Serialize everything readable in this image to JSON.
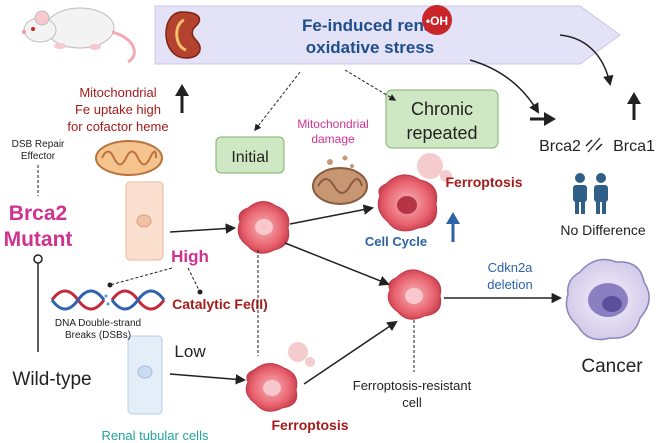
{
  "banner": {
    "line1": "Fe-induced renal",
    "line2": "oxidative stress",
    "radical_badge": "•OH"
  },
  "icons": [
    "rat-icon",
    "kidney-icon",
    "mitochondrion-icon",
    "dna-helix-icon",
    "damaged-mitochondrion-icon",
    "people-icon",
    "cancer-cell-icon"
  ],
  "labels": {
    "mito_uptake_1": "Mitochondrial",
    "mito_uptake_2": "Fe uptake high",
    "mito_uptake_3": "for cofactor heme",
    "dsb_repair_1": "DSB Repair",
    "dsb_repair_2": "Effector",
    "brca2_mutant_1": "Brca2",
    "brca2_mutant_2": "Mutant",
    "wild_type": "Wild-type",
    "initial": "Initial",
    "chronic_1": "Chronic",
    "chronic_2": "repeated",
    "mito_damage_1": "Mitochondrial",
    "mito_damage_2": "damage",
    "ferroptosis_top": "Ferroptosis",
    "cell_cycle": "Cell Cycle",
    "high": "High",
    "low": "Low",
    "catalytic_fe": "Catalytic Fe(II)",
    "dna_1": "DNA Double-strand",
    "dna_2": "Breaks (DSBs)",
    "ferroptosis_bottom": "Ferroptosis",
    "renal_tubular": "Renal tubular cells",
    "resistant_1": "Ferroptosis-resistant",
    "resistant_2": "cell",
    "cdkn2a_1": "Cdkn2a",
    "cdkn2a_2": "deletion",
    "cancer": "Cancer",
    "brca2": "Brca2",
    "brca1": "Brca1",
    "no_difference": "No Difference"
  },
  "colors": {
    "banner_fill": "#e4e2f6",
    "banner_text": "#1f4e8c",
    "dark_red": "#a51c1c",
    "magenta": "#d0338f",
    "blue": "#2c62a8",
    "teal": "#23a39a",
    "green_box": "#cfe8c4",
    "green_border": "#7fb36b",
    "cell_pink": "#e8616d"
  }
}
